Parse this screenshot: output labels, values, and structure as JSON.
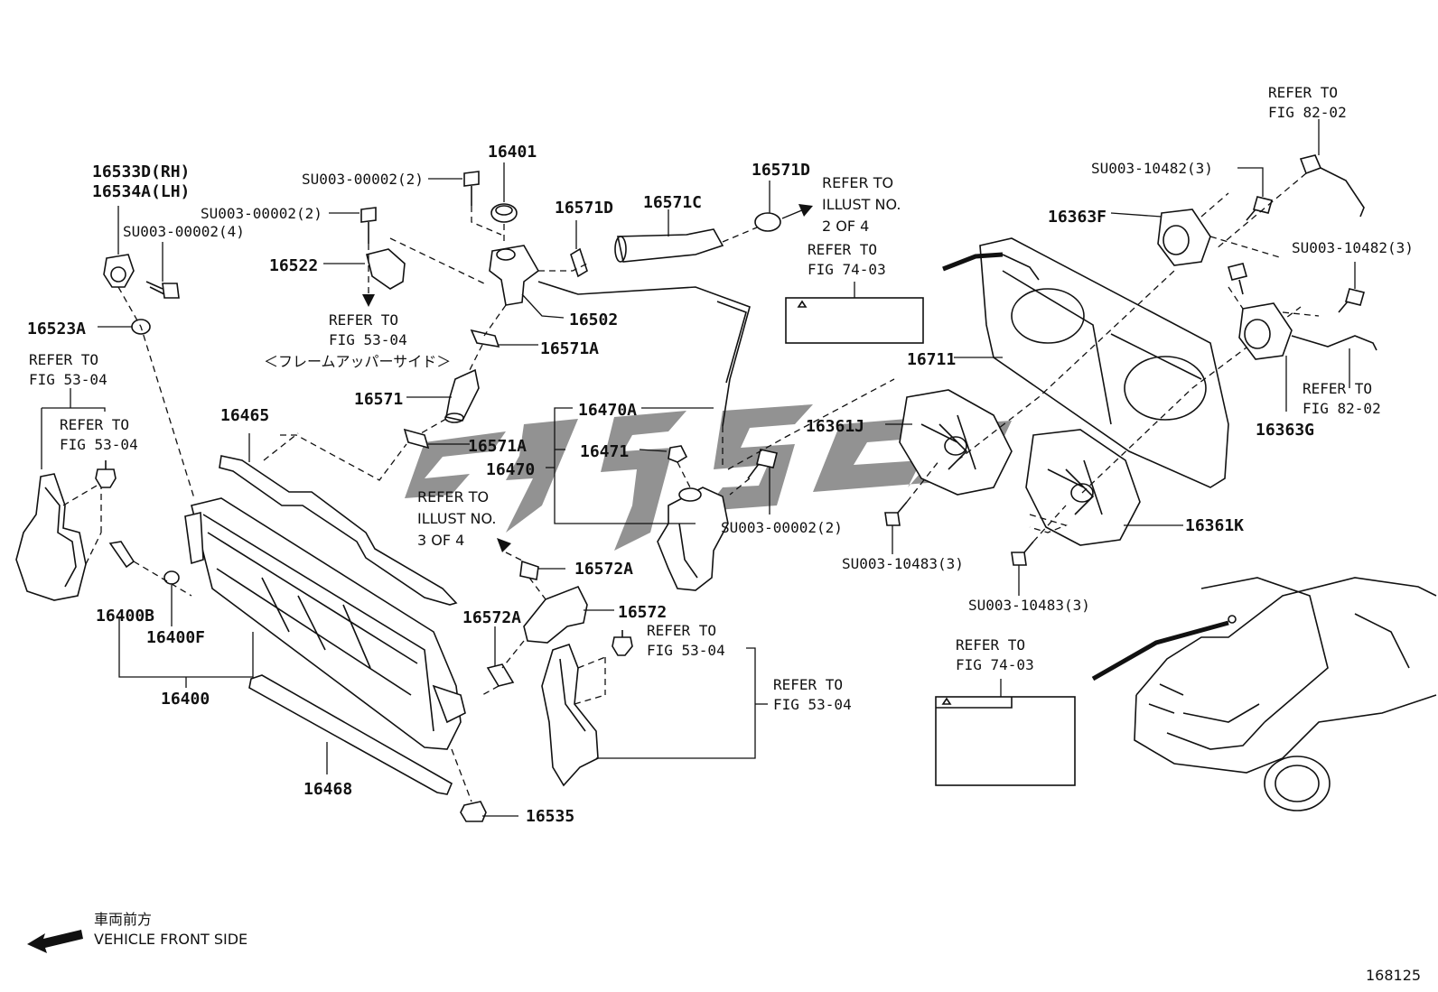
{
  "labels": {
    "p16533d": "16533D(RH)",
    "p16534a": "16534A(LH)",
    "su_c4": "SU003-00002(4)",
    "su_a2": "SU003-00002(2)",
    "su_b2": "SU003-00002(2)",
    "su_d2": "SU003-00002(2)",
    "p16401": "16401",
    "p16571d_a": "16571D",
    "p16571c": "16571C",
    "p16571d_b": "16571D",
    "p16522": "16522",
    "p16502": "16502",
    "p16571a_a": "16571A",
    "p16571": "16571",
    "p16571a_b": "16571A",
    "p16523a": "16523A",
    "p16465": "16465",
    "p16470a": "16470A",
    "p16471": "16471",
    "p16470": "16470",
    "p16572a_a": "16572A",
    "p16572a_b": "16572A",
    "p16572": "16572",
    "p16400b": "16400B",
    "p16400f": "16400F",
    "p16400": "16400",
    "p16468": "16468",
    "p16535": "16535",
    "su_10482_a": "SU003-10482(3)",
    "su_10482_b": "SU003-10482(3)",
    "p16363f": "16363F",
    "p16363g": "16363G",
    "p16711": "16711",
    "p16361j": "16361J",
    "p16361k": "16361K",
    "su_10483_a": "SU003-10483(3)",
    "su_10483_b": "SU003-10483(3)"
  },
  "refs": {
    "fig5304_a": [
      "REFER TO",
      "FIG 53-04",
      "＜フレームアッパーサイド＞"
    ],
    "fig5304_b": [
      "REFER TO",
      "FIG 53-04"
    ],
    "fig5304_c": [
      "REFER TO",
      "FIG 53-04"
    ],
    "fig5304_d": [
      "REFER TO",
      "FIG 53-04"
    ],
    "fig5304_e": [
      "REFER TO",
      "FIG 53-04"
    ],
    "illust2": [
      "REFER TO",
      "ILLUST NO.",
      "2 OF 4"
    ],
    "illust3": [
      "REFER TO",
      "ILLUST NO.",
      "3 OF 4"
    ],
    "fig7403_a": [
      "REFER TO",
      "FIG 74-03"
    ],
    "fig7403_b": [
      "REFER TO",
      "FIG 74-03"
    ],
    "fig8202_a": [
      "REFER TO",
      "FIG 82-02"
    ],
    "fig8202_b": [
      "REFER TO",
      "FIG 82-02"
    ]
  },
  "footer": {
    "front_jp": "車両前方",
    "front_en": "VEHICLE FRONT SIDE",
    "figure_number": "168125"
  }
}
